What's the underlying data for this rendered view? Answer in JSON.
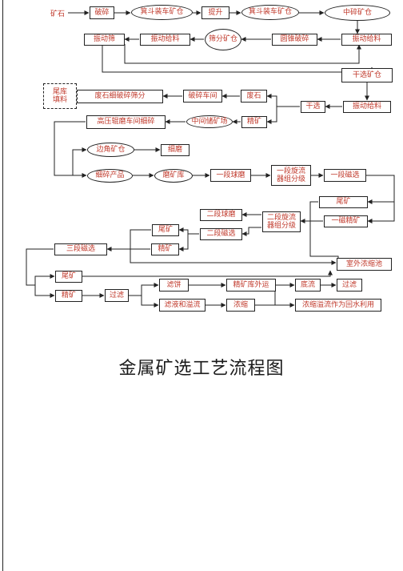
{
  "title": "金属矿选工艺流程图",
  "nodes": {
    "kuangshi": "矿石",
    "posui": "破碎",
    "jidou_cang_1": "箕斗装车矿仓",
    "tisheng": "提升",
    "jidou_cang_2": "箕斗装车矿仓",
    "zhongsui_cang": "中碎矿仓",
    "zhendong_shai": "振动筛",
    "zhendong_geiliao_1": "振动给料",
    "shaifen_cang": "筛分矿仓",
    "yuanzhui_posui": "圆锥破碎",
    "zhendong_geiliao_2": "振动给料",
    "ganxuan_cang": "干选矿仓",
    "weiku_tianliao": "尾库\n填料",
    "feishi_xisui": "废石细破碎筛分",
    "posui_chejian": "破碎车间",
    "feishi": "废石",
    "ganxuan": "干选",
    "zhendong_geiliao_3": "振动给料",
    "gaoya_gunmo": "高压辊磨车间细碎",
    "zhongjian_chu": "中间储矿场",
    "jingkuang_1": "精矿",
    "bianjiao_cang": "边角矿仓",
    "ximo": "细磨",
    "xisui_chanpin": "细碎产品",
    "mokuang_ku": "磨矿库",
    "yiduan_qiumo": "一段球磨",
    "yiduan_xuanliu": "一段旋流\n器组分级",
    "yiduan_cixuan": "一段磁选",
    "weikuang_1": "尾矿",
    "yici_jingkuang": "一磁精矿",
    "erduan_qiumo": "二段球磨",
    "erduan_xuanliu": "二段旋流\n器组分级",
    "weikuang_2": "尾矿",
    "erduan_cixuan": "二段磁选",
    "sanduan_cixuan": "三段磁选",
    "jingkuang_2": "精矿",
    "shiwai_nongsuo": "室外浓缩池",
    "weikuang_3": "尾矿",
    "jingkuang_3": "精矿",
    "guolv_1": "过滤",
    "lvbing": "滤饼",
    "jingkuang_waiyun": "精矿库外运",
    "diliu": "底流",
    "guolv_2": "过滤",
    "lvye_yiliu": "滤液和溢流",
    "nongsuo": "浓缩",
    "nongsuo_yiliu": "浓缩溢流作为回水利用"
  }
}
